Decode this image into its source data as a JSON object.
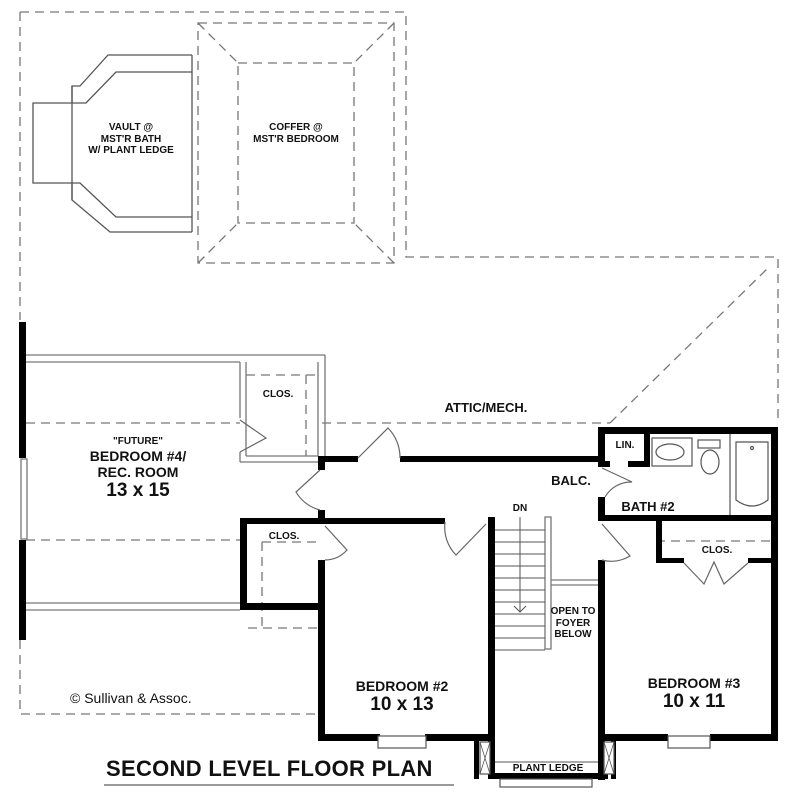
{
  "plan": {
    "title": "SECOND LEVEL FLOOR PLAN",
    "copyright": "© Sullivan & Assoc."
  },
  "ceilings": {
    "vault": [
      "VAULT @",
      "MST'R BATH",
      "W/ PLANT LEDGE"
    ],
    "coffer": [
      "COFFER @",
      "MST'R BEDROOM"
    ]
  },
  "rooms": {
    "bedroom4": {
      "tag": "\"FUTURE\"",
      "name1": "BEDROOM #4/",
      "name2": "REC. ROOM",
      "dims": "13 x 15"
    },
    "bedroom2": {
      "name": "BEDROOM #2",
      "dims": "10 x 13"
    },
    "bedroom3": {
      "name": "BEDROOM #3",
      "dims": "10 x 11"
    },
    "bath2": {
      "name": "BATH #2"
    },
    "attic": {
      "name": "ATTIC/MECH."
    },
    "balcony": {
      "name": "BALC."
    },
    "linen": {
      "name": "LIN."
    },
    "closet_b4": {
      "name": "CLOS."
    },
    "closet_b2": {
      "name": "CLOS."
    },
    "closet_b3": {
      "name": "CLOS."
    },
    "stairs": {
      "label": "DN"
    },
    "open_foyer": [
      "OPEN TO",
      "FOYER",
      "BELOW"
    ],
    "plant_ledge": {
      "name": "PLANT LEDGE"
    }
  },
  "colors": {
    "wall": "#000000",
    "line": "#555555",
    "dashed": "#777777",
    "background": "#ffffff"
  }
}
